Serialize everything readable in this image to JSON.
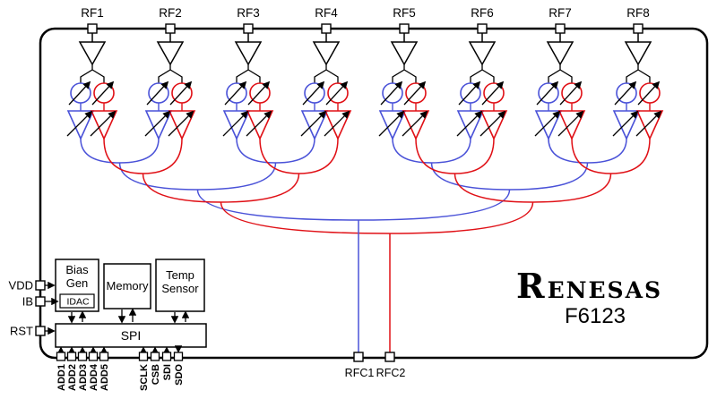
{
  "diagram": {
    "part_number": "F6123",
    "brand_first_letter": "R",
    "brand_rest": "ENESAS",
    "rf_ports": [
      "RF1",
      "RF2",
      "RF3",
      "RF4",
      "RF5",
      "RF6",
      "RF7",
      "RF8"
    ],
    "rfc_ports": [
      "RFC1",
      "RFC2"
    ],
    "left_pins": [
      "VDD",
      "IB",
      "RST"
    ],
    "bottom_pins_address": [
      "ADD1",
      "ADD2",
      "ADD3",
      "ADD4",
      "ADD5"
    ],
    "bottom_pins_spi": [
      "SCLK",
      "CSB",
      "SDI",
      "SDO"
    ],
    "blocks": {
      "bias_gen": [
        "Bias",
        "Gen"
      ],
      "idac": "IDAC",
      "memory": "Memory",
      "temp_sensor": [
        "Temp",
        "Sensor"
      ],
      "spi": "SPI"
    },
    "colors": {
      "beam1": "#4a52d8",
      "beam2": "#e01016",
      "brand": "#2633c8",
      "line": "#000000"
    }
  }
}
